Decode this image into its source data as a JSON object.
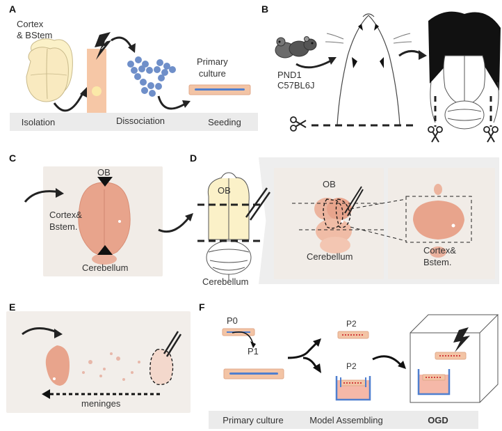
{
  "panels": {
    "A": {
      "letter": "A",
      "tissue_label_line1": "Cortex",
      "tissue_label_line2": "& BStem",
      "primary_culture_line1": "Primary",
      "primary_culture_line2": "culture",
      "steps": [
        "Isolation",
        "Dissociation",
        "Seeding"
      ]
    },
    "B": {
      "letter": "B",
      "mouse_label_line1": "PND1",
      "mouse_label_line2": "C57BL6J"
    },
    "C": {
      "letter": "C",
      "ob": "OB",
      "cortex_line1": "Cortex&",
      "cortex_line2": "Bstem.",
      "cerebellum": "Cerebellum"
    },
    "D": {
      "letter": "D",
      "diagram_ob": "OB",
      "diagram_cerebellum": "Cerebellum",
      "photo_ob": "OB",
      "photo_cerebellum": "Cerebellum",
      "zoom_cortex_line1": "Cortex&",
      "zoom_cortex_line2": "Bstem."
    },
    "E": {
      "letter": "E",
      "meninges": "meninges"
    },
    "F": {
      "letter": "F",
      "p0": "P0",
      "p1": "P1",
      "p2_top": "P2",
      "p2_bottom": "P2",
      "steps": [
        "Primary culture",
        "Model Assembling",
        "OGD"
      ]
    }
  },
  "colors": {
    "tissue_yellow": "#fbf1c8",
    "tube_peach": "#f6c7a6",
    "cell_blue": "#6f8fc9",
    "dish_peach": "#f3c4a5",
    "media_blue": "#4f7fcf",
    "step_bar_gray": "#ebebeb",
    "photo_bg": "#f1ece7",
    "brain_tissue": "#e8a48c"
  },
  "icons": [
    "lightning-icon",
    "scissors-icon",
    "mouse-icon",
    "curved-arrow-icon"
  ]
}
